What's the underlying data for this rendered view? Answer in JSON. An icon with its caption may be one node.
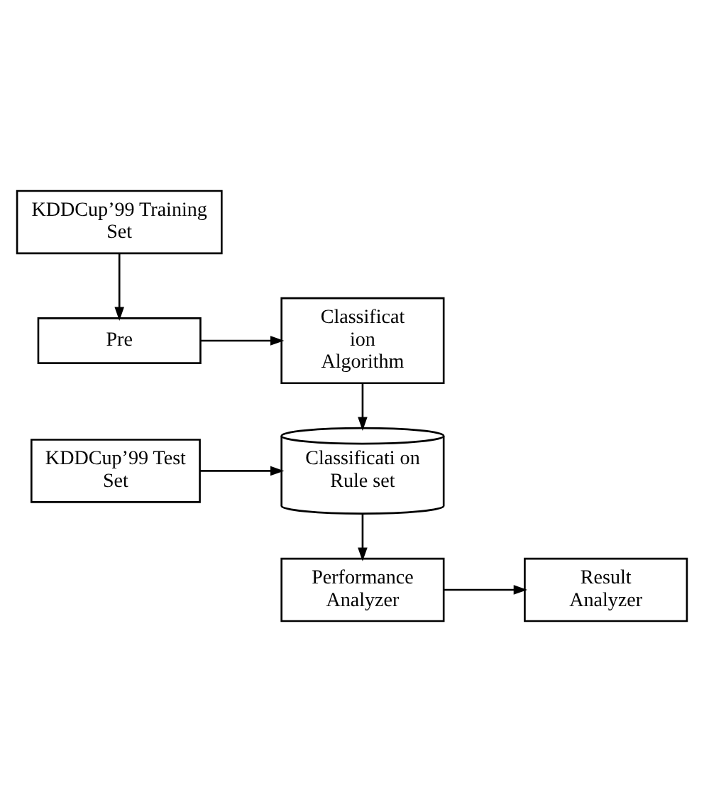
{
  "diagram": {
    "nodes": [
      {
        "text": [
          "Pre"
        ]
      },
      {
        "text": [
          "Classificat ion Algorithm"
        ]
      },
      {
        "text": [
          "KDDCup’99 Training Set"
        ]
      },
      {
        "text": [
          "KDDCup’99 Test Set"
        ]
      },
      {
        "text": [
          "Classificati on Rule set"
        ]
      },
      {
        "text": [
          "Result Analyzer"
        ]
      },
      {
        "text": [
          "Performance Analyzer"
        ]
      }
    ],
    "edges": [
      {
        "from": 2,
        "to": 0,
        "arrow": "to"
      },
      {
        "from": 0,
        "to": 1,
        "arrow": "to"
      },
      {
        "from": 1,
        "to": 4,
        "arrow": "to"
      },
      {
        "from": 3,
        "to": 4,
        "arrow": "to"
      },
      {
        "from": 4,
        "to": 6,
        "arrow": "to"
      },
      {
        "from": 6,
        "to": 5,
        "arrow": "to"
      }
    ]
  }
}
